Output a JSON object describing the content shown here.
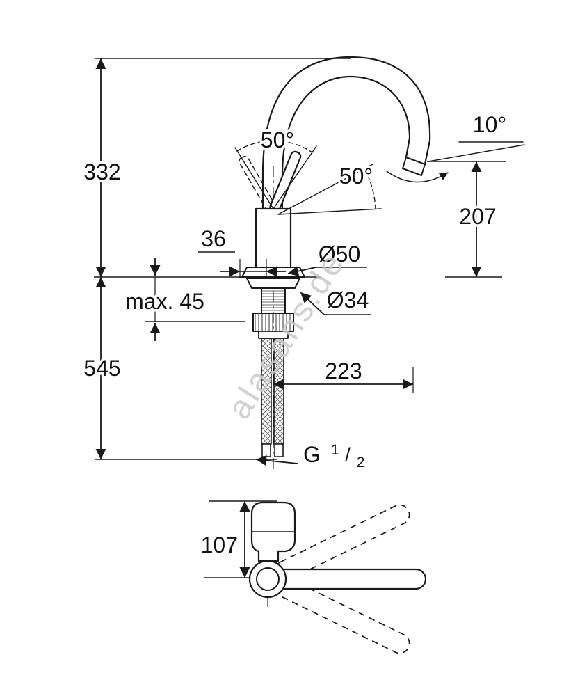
{
  "drawing": {
    "kind": "faucet-technical-dimension-drawing",
    "colors": {
      "line": "#1a1a1a",
      "background": "#ffffff",
      "watermark": "#c9c9c9"
    }
  },
  "watermark": {
    "text": "alasans.de"
  },
  "dimensions": {
    "height_top": "332",
    "height_bottom": "545",
    "spout_height": "207",
    "spout_tilt": "10°",
    "handle_swing_top": "50°",
    "handle_swing_side": "50°",
    "base_offset": "36",
    "base_diameter": "Ø50",
    "counter_thickness": "max. 45",
    "shank_diameter": "Ø34",
    "spout_reach": "223",
    "lever_reach": "107",
    "thread": {
      "prefix": "G",
      "numerator": "1",
      "slash": "/",
      "denominator": "2"
    }
  }
}
